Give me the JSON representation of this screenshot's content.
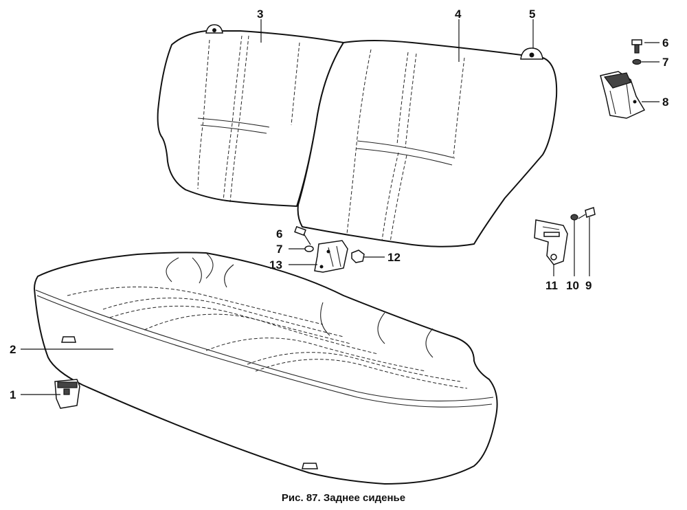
{
  "caption": "Рис. 87. Заднее сиденье",
  "labels": {
    "l1": "1",
    "l2": "2",
    "l3": "3",
    "l4": "4",
    "l5": "5",
    "l6a": "6",
    "l7a": "7",
    "l8": "8",
    "l6b": "6",
    "l7b": "7",
    "l12": "12",
    "l13": "13",
    "l11": "11",
    "l10": "10",
    "l9": "9"
  }
}
